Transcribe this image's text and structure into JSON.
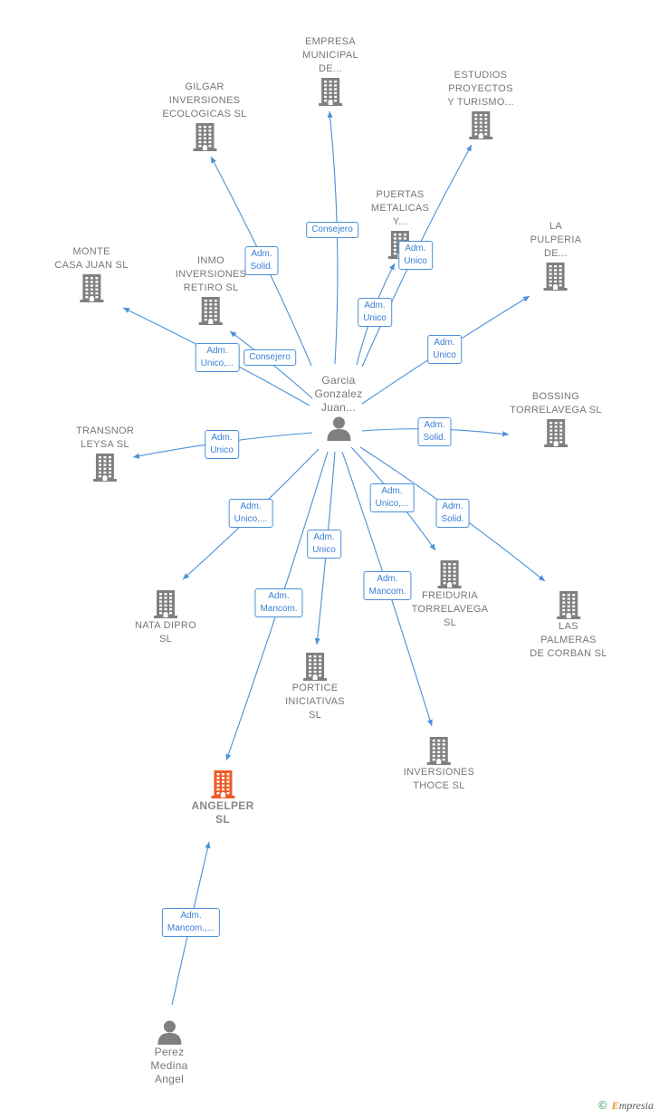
{
  "colors": {
    "edge": "#4a90d9",
    "building": "#808080",
    "focus": "#f05a28",
    "person": "#808080",
    "label": "#777777"
  },
  "nodes": [
    {
      "id": "garcia",
      "label": "Garcia\nGonzalez\nJuan...",
      "type": "person",
      "icon": "person-icon"
    },
    {
      "id": "perez",
      "label": "Perez\nMedina\nAngel",
      "type": "person",
      "icon": "person-icon"
    },
    {
      "id": "angelper",
      "label": "ANGELPER\nSL",
      "type": "focus",
      "icon": "building-icon"
    },
    {
      "id": "empresa",
      "label": "EMPRESA\nMUNICIPAL\nDE...",
      "type": "company",
      "icon": "building-icon"
    },
    {
      "id": "gilgar",
      "label": "GILGAR\nINVERSIONES\nECOLOGICAS SL",
      "type": "company",
      "icon": "building-icon"
    },
    {
      "id": "estudios",
      "label": "ESTUDIOS\nPROYECTOS\nY TURISMO...",
      "type": "company",
      "icon": "building-icon"
    },
    {
      "id": "puertas",
      "label": "PUERTAS\nMETALICAS\nY...",
      "type": "company",
      "icon": "building-icon"
    },
    {
      "id": "lapulperia",
      "label": "LA\nPULPERIA\nDE...",
      "type": "company",
      "icon": "building-icon"
    },
    {
      "id": "monte",
      "label": "MONTE\nCASA JUAN SL",
      "type": "company",
      "icon": "building-icon"
    },
    {
      "id": "inmo",
      "label": "INMO\nINVERSIONES\nRETIRO  SL",
      "type": "company",
      "icon": "building-icon"
    },
    {
      "id": "bossing",
      "label": "BOSSING\nTORRELAVEGA SL",
      "type": "company",
      "icon": "building-icon"
    },
    {
      "id": "transnor",
      "label": "TRANSNOR\nLEYSA SL",
      "type": "company",
      "icon": "building-icon"
    },
    {
      "id": "freiduria",
      "label": "FREIDURIA\nTORRELAVEGA\nSL",
      "type": "company",
      "icon": "building-icon"
    },
    {
      "id": "nata",
      "label": "NATA DIPRO\nSL",
      "type": "company",
      "icon": "building-icon"
    },
    {
      "id": "laspalmeras",
      "label": "LAS\nPALMERAS\nDE CORBAN SL",
      "type": "company",
      "icon": "building-icon"
    },
    {
      "id": "portice",
      "label": "PORTICE\nINICIATIVAS\nSL",
      "type": "company",
      "icon": "building-icon"
    },
    {
      "id": "inversiones",
      "label": "INVERSIONES\nTHOCE  SL",
      "type": "company",
      "icon": "building-icon"
    }
  ],
  "edges": [
    {
      "from": "garcia",
      "to": "empresa",
      "label": "Consejero"
    },
    {
      "from": "garcia",
      "to": "gilgar",
      "label": "Adm.\nSolid."
    },
    {
      "from": "garcia",
      "to": "estudios",
      "label": "Adm.\nUnico"
    },
    {
      "from": "garcia",
      "to": "puertas",
      "label": "Adm.\nUnico"
    },
    {
      "from": "garcia",
      "to": "lapulperia",
      "label": "Adm.\nUnico"
    },
    {
      "from": "garcia",
      "to": "monte",
      "label": "Adm.\nUnico,..."
    },
    {
      "from": "garcia",
      "to": "inmo",
      "label": "Consejero"
    },
    {
      "from": "garcia",
      "to": "bossing",
      "label": "Adm.\nSolid."
    },
    {
      "from": "garcia",
      "to": "transnor",
      "label": "Adm.\nUnico"
    },
    {
      "from": "garcia",
      "to": "freiduria",
      "label": "Adm.\nUnico,..."
    },
    {
      "from": "garcia",
      "to": "laspalmeras",
      "label": "Adm.\nSolid."
    },
    {
      "from": "garcia",
      "to": "nata",
      "label": "Adm.\nUnico,..."
    },
    {
      "from": "garcia",
      "to": "portice",
      "label": "Adm.\nUnico"
    },
    {
      "from": "garcia",
      "to": "inversiones",
      "label": "Adm.\nMancom."
    },
    {
      "from": "garcia",
      "to": "angelper",
      "label": "Adm.\nMancom."
    },
    {
      "from": "perez",
      "to": "angelper",
      "label": "Adm.\nMancom.,..."
    }
  ],
  "brand": {
    "copyright": "©",
    "initial": "E",
    "name": "mpresia"
  }
}
